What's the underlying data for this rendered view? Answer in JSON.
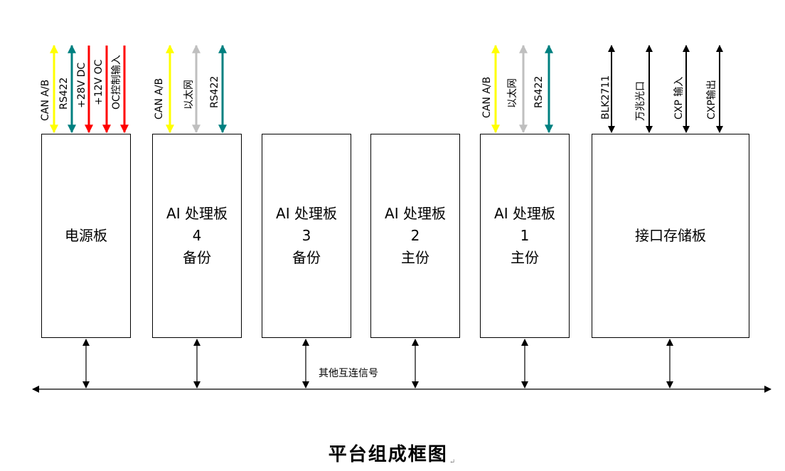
{
  "boards": [
    {
      "lines": [
        "电源板"
      ]
    },
    {
      "lines": [
        "AI 处理板",
        "4",
        "备份"
      ]
    },
    {
      "lines": [
        "AI 处理板",
        "3",
        "备份"
      ]
    },
    {
      "lines": [
        "AI 处理板",
        "2",
        "主份"
      ]
    },
    {
      "lines": [
        "AI 处理板",
        "1",
        "主份"
      ]
    },
    {
      "lines": [
        "接口存储板"
      ]
    }
  ],
  "signals": [
    {
      "text": "CAN A/B",
      "color": "#ffff00",
      "dir": "both"
    },
    {
      "text": "RS422",
      "color": "#008080",
      "dir": "both"
    },
    {
      "text": "+28V DC",
      "color": "#ff0000",
      "dir": "down"
    },
    {
      "text": "+12V OC",
      "color": "#ff0000",
      "dir": "down"
    },
    {
      "text": "OC控制输入",
      "color": "#ff0000",
      "dir": "down"
    },
    {
      "text": "CAN A/B",
      "color": "#ffff00",
      "dir": "both"
    },
    {
      "text": "以太网",
      "color": "#bfbfbf",
      "dir": "both"
    },
    {
      "text": "RS422",
      "color": "#008080",
      "dir": "both"
    },
    {
      "text": "CAN A/B",
      "color": "#ffff00",
      "dir": "both"
    },
    {
      "text": "以太网",
      "color": "#bfbfbf",
      "dir": "both"
    },
    {
      "text": "RS422",
      "color": "#008080",
      "dir": "both"
    },
    {
      "text": "BLK2711",
      "color": "#000000",
      "dir": "both"
    },
    {
      "text": "万兆光口",
      "color": "#000000",
      "dir": "both"
    },
    {
      "text": "CXP 输入",
      "color": "#000000",
      "dir": "both"
    },
    {
      "text": "CXP输出",
      "color": "#000000",
      "dir": "both"
    }
  ],
  "bus_label": "其他互连信号",
  "title": "平台组成框图",
  "return_mark": "↵"
}
